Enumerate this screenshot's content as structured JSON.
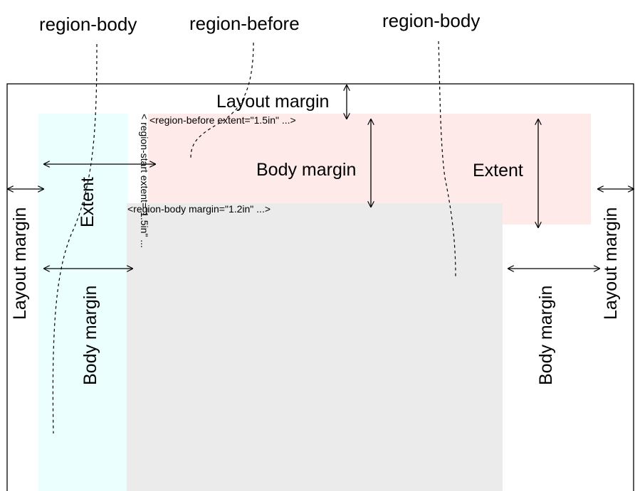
{
  "top_labels": {
    "left": "region-body",
    "middle": "region-before",
    "right": "region-body"
  },
  "annotations": {
    "layout_margin_top": "Layout margin",
    "layout_margin_left": "Layout margin",
    "layout_margin_right": "Layout margin",
    "body_margin_top": "Body margin",
    "body_margin_left": "Body margin",
    "body_margin_right": "Body margin",
    "extent_top": "Extent",
    "extent_left": "Extent"
  },
  "code_labels": {
    "region_before": "<region-before extent=\"1.5in\" ...>",
    "region_start": "< region-start extent=\"1.5in\" ...",
    "region_body": "<region-body margin=\"1.2in\" ...>"
  },
  "colors": {
    "region_start": "#ebffff",
    "region_before": "#ffeaea",
    "region_body": "#ebebeb",
    "page_border": "#000000"
  }
}
